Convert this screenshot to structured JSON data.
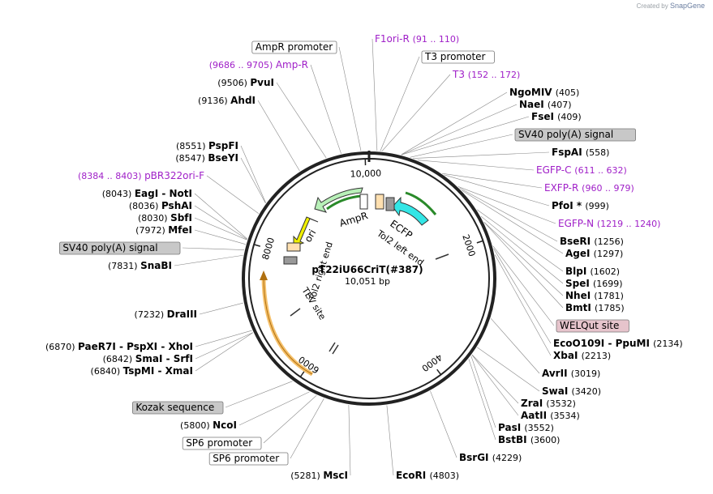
{
  "credit": {
    "prefix": "Created by",
    "brand": "SnapGene"
  },
  "plasmid": {
    "name": "pT22iU66CriT(#387)",
    "size_label": "10,051 bp",
    "length": 10051
  },
  "colors": {
    "primer": "#a020c8",
    "enzyme": "#000000",
    "backbone": "#222222"
  },
  "ruler_ticks": [
    {
      "label": "10,000",
      "pos": 10000
    },
    {
      "label": "2000",
      "pos": 2000
    },
    {
      "label": "4000",
      "pos": 4000
    },
    {
      "label": "6000",
      "pos": 6000
    },
    {
      "label": "8000",
      "pos": 8000
    }
  ],
  "features": [
    {
      "name": "AmpR",
      "label": "AmpR",
      "color": "#b8f0b8",
      "kind": "arrow"
    },
    {
      "name": "ECFP",
      "label": "ECFP",
      "color": "#33e6e6",
      "kind": "arrow"
    },
    {
      "name": "ori",
      "label": "ori",
      "color": "#f0f000",
      "kind": "arrow"
    },
    {
      "name": "Tol2-left-end",
      "label": "Tol2 left end",
      "kind": "text"
    },
    {
      "name": "Tol2-right-end",
      "label": "Tol2 right end",
      "kind": "text"
    },
    {
      "name": "TEV-site",
      "label": "TEV site",
      "kind": "text"
    }
  ],
  "left_labels": [
    {
      "type": "box",
      "text": "AmpR promoter"
    },
    {
      "type": "primer",
      "text": "Amp-R",
      "range": "(9686 .. 9705)"
    },
    {
      "type": "enzyme",
      "name": "PvuI",
      "pos": "(9506)"
    },
    {
      "type": "enzyme",
      "name": "AhdI",
      "pos": "(9136)"
    },
    {
      "type": "enzyme",
      "name": "PspFI",
      "pos": "(8551)"
    },
    {
      "type": "enzyme",
      "name": "BseYI",
      "pos": "(8547)"
    },
    {
      "type": "primer",
      "text": "pBR322ori-F",
      "range": "(8384 .. 8403)"
    },
    {
      "type": "enzyme",
      "name": "EagI  -  NotI",
      "pos": "(8043)"
    },
    {
      "type": "enzyme",
      "name": "PshAI",
      "pos": "(8036)"
    },
    {
      "type": "enzyme",
      "name": "SbfI",
      "pos": "(8030)"
    },
    {
      "type": "enzyme",
      "name": "MfeI",
      "pos": "(7972)"
    },
    {
      "type": "greybox",
      "text": "SV40 poly(A) signal"
    },
    {
      "type": "enzyme",
      "name": "SnaBI",
      "pos": "(7831)"
    },
    {
      "type": "enzyme",
      "name": "DraIII",
      "pos": "(7232)"
    },
    {
      "type": "enzyme",
      "name": "PaeR7I  -  PspXI  -  XhoI",
      "pos": "(6870)"
    },
    {
      "type": "enzyme",
      "name": "SmaI  -  SrfI",
      "pos": "(6842)"
    },
    {
      "type": "enzyme",
      "name": "TspMI  -  XmaI",
      "pos": "(6840)"
    },
    {
      "type": "greybox",
      "text": "Kozak sequence"
    },
    {
      "type": "enzyme",
      "name": "NcoI",
      "pos": "(5800)"
    },
    {
      "type": "box",
      "text": "SP6 promoter"
    },
    {
      "type": "box",
      "text": "SP6 promoter"
    },
    {
      "type": "enzyme",
      "name": "MscI",
      "pos": "(5281)"
    }
  ],
  "right_labels": [
    {
      "type": "primer",
      "text": "F1ori-R",
      "range": "(91 .. 110)"
    },
    {
      "type": "box",
      "text": "T3 promoter"
    },
    {
      "type": "primer",
      "text": "T3",
      "range": "(152 .. 172)"
    },
    {
      "type": "enzyme",
      "name": "NgoMIV",
      "pos": "(405)"
    },
    {
      "type": "enzyme",
      "name": "NaeI",
      "pos": "(407)"
    },
    {
      "type": "enzyme",
      "name": "FseI",
      "pos": "(409)"
    },
    {
      "type": "greybox",
      "text": "SV40 poly(A) signal"
    },
    {
      "type": "enzyme",
      "name": "FspAI",
      "pos": "(558)"
    },
    {
      "type": "primer",
      "text": "EGFP-C",
      "range": "(611 .. 632)"
    },
    {
      "type": "primer",
      "text": "EXFP-R",
      "range": "(960 .. 979)"
    },
    {
      "type": "enzyme",
      "name": "PfoI *",
      "pos": "(999)"
    },
    {
      "type": "primer",
      "text": "EGFP-N",
      "range": "(1219 .. 1240)"
    },
    {
      "type": "enzyme",
      "name": "BseRI",
      "pos": "(1256)"
    },
    {
      "type": "enzyme",
      "name": "AgeI",
      "pos": "(1297)"
    },
    {
      "type": "enzyme",
      "name": "BlpI",
      "pos": "(1602)"
    },
    {
      "type": "enzyme",
      "name": "SpeI",
      "pos": "(1699)"
    },
    {
      "type": "enzyme",
      "name": "NheI",
      "pos": "(1781)"
    },
    {
      "type": "enzyme",
      "name": "BmtI",
      "pos": "(1785)"
    },
    {
      "type": "pinkbox",
      "text": "WELQut site"
    },
    {
      "type": "enzyme",
      "name": "EcoO109I  -  PpuMI",
      "pos": "(2134)"
    },
    {
      "type": "enzyme",
      "name": "XbaI",
      "pos": "(2213)"
    },
    {
      "type": "enzyme",
      "name": "AvrII",
      "pos": "(3019)"
    },
    {
      "type": "enzyme",
      "name": "SwaI",
      "pos": "(3420)"
    },
    {
      "type": "enzyme",
      "name": "ZraI",
      "pos": "(3532)"
    },
    {
      "type": "enzyme",
      "name": "AatII",
      "pos": "(3534)"
    },
    {
      "type": "enzyme",
      "name": "PasI",
      "pos": "(3552)"
    },
    {
      "type": "enzyme",
      "name": "BstBI",
      "pos": "(3600)"
    },
    {
      "type": "enzyme",
      "name": "BsrGI",
      "pos": "(4229)"
    },
    {
      "type": "enzyme",
      "name": "EcoRI",
      "pos": "(4803)"
    }
  ]
}
